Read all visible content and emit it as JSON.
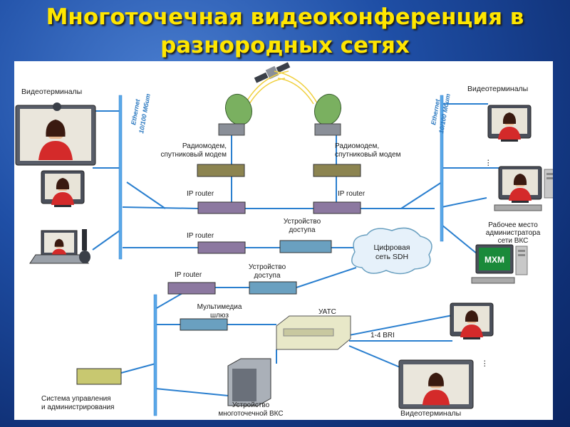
{
  "slide": {
    "title_line1": "Многоточечная видеоконференция в",
    "title_line2": "разнородных сетях"
  },
  "labels": {
    "videoterminals_top_left": "Видеотерминалы",
    "videoterminals_top_right": "Видеотерминалы",
    "videoterminals_bottom": "Видеотерминалы",
    "ethernet_left_1": "Ethernet",
    "ethernet_left_2": "10/100 Мбит",
    "ethernet_right_1": "Ethernet",
    "ethernet_right_2": "10/100 Мбит",
    "radiomodem_left_1": "Радиомодем,",
    "radiomodem_left_2": "спутниковый модем",
    "radiomodem_right_1": "Радиомодем,",
    "radiomodem_right_2": "спутниковый модем",
    "ip_router_1": "IP router",
    "ip_router_2": "IP router",
    "ip_router_3": "IP router",
    "ip_router_4": "IP router",
    "access_device_1_1": "Устройство",
    "access_device_1_2": "доступа",
    "access_device_2_1": "Устройство",
    "access_device_2_2": "доступа",
    "sdh_cloud_1": "Цифровая",
    "sdh_cloud_2": "сеть SDH",
    "admin_ws_1": "Рабочее место",
    "admin_ws_2": "администратора",
    "admin_ws_3": "сети ВКС",
    "monitor_brand": "MXM",
    "multimedia_gw_1": "Мультимедиа",
    "multimedia_gw_2": "шлюз",
    "uats": "УАТС",
    "bri": "1-4 BRI",
    "mgmt_system_1": "Система управления",
    "mgmt_system_2": "и администрирования",
    "mcu_1": "Устройство",
    "mcu_2": "многоточечной ВКС"
  }
}
